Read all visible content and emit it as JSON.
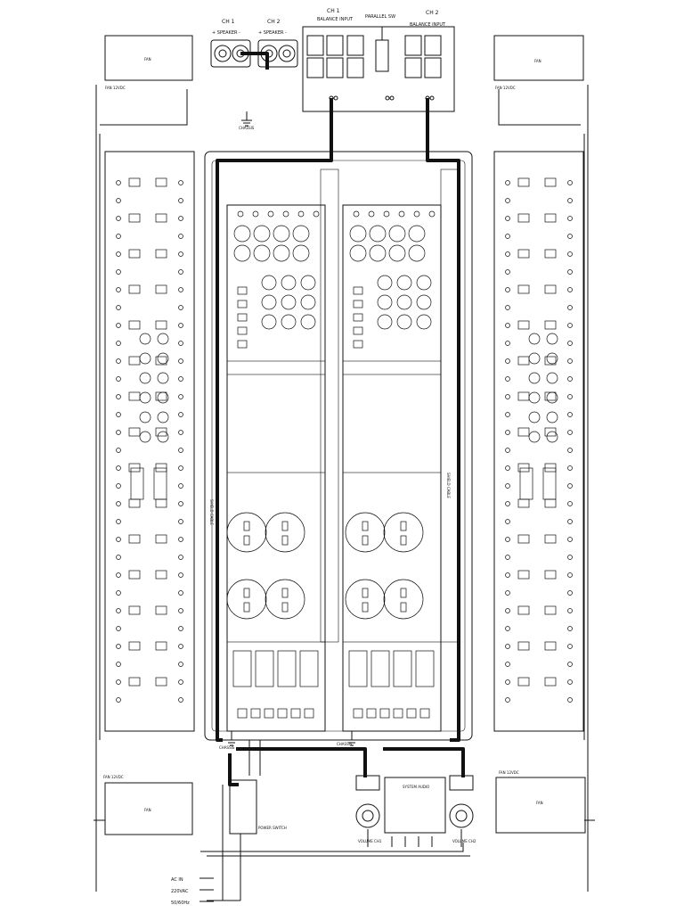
{
  "top_labels": {
    "ch1": "CH 1",
    "ch2": "CH 2",
    "speaker_left": "+ SPEAKER -",
    "speaker_right": "+ SPEAKER -",
    "ch1_balance": "CH 1",
    "balance_input_left": "BALANCE INPUT",
    "parallel_sw": "PARALLEL SW",
    "ch2_balance": "CH 2",
    "balance_input_right": "BALANCE INPUT",
    "chassis_top": "CHASSIS"
  },
  "fan_boxes": {
    "top_left": "FAN",
    "top_right": "FAN",
    "bottom_left": "FAN",
    "bottom_right": "FAN",
    "fan_12vdc_tl": "FAN 12VDC",
    "fan_12vdc_tr": "FAN 12VDC",
    "fan_12vdc_bl": "FAN 12VDC",
    "fan_12vdc_br": "FAN 12VDC"
  },
  "cables": {
    "shield_left": "SHIELD CABLE",
    "shield_right": "SHIELD CABLE"
  },
  "bottom_labels": {
    "chassis_mid": "CHASSIS",
    "chassis_right": "CHASSIS",
    "power_switch": "POWER SWITCH",
    "volume_ch1": "VOLUME CH1",
    "volume_ch2": "VOLUME CH2",
    "ac_in": "AC IN",
    "voltage": "220VAC",
    "frequency": "50/60Hz",
    "control_board": "SYSTEM AUDIO"
  }
}
